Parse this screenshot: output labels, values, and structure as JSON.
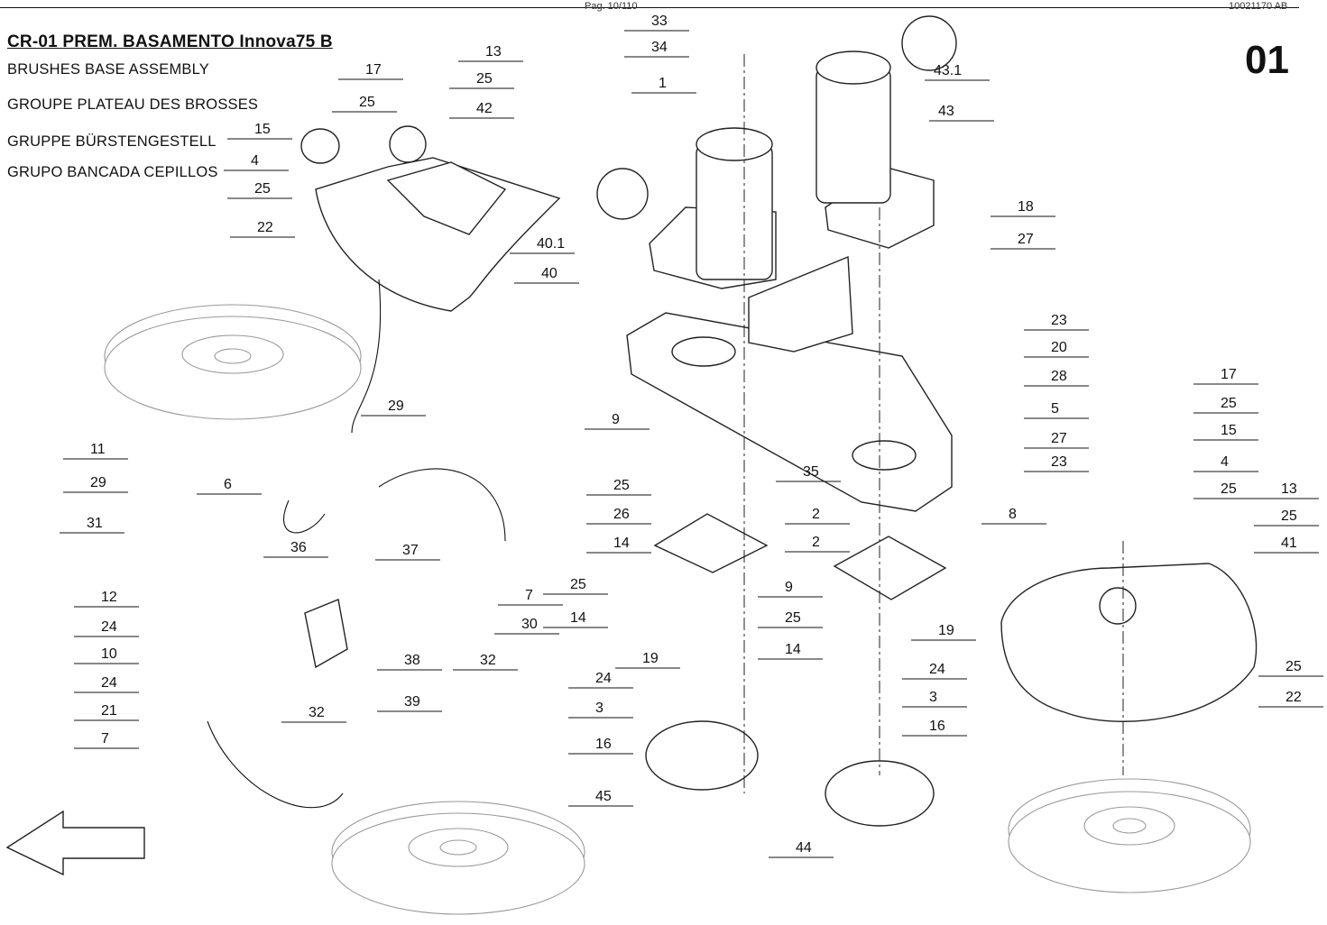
{
  "header": {
    "page_ref": "Pag. 10/110",
    "doc_code": "10021170 AB"
  },
  "title": "CR-01 PREM. BASAMENTO Innova75 B",
  "subtitles": [
    "BRUSHES BASE ASSEMBLY",
    "GROUPE PLATEAU DES BROSSES",
    "GRUPPE BÜRSTENGESTELL",
    "GRUPO BANCADA CEPILLOS"
  ],
  "sheet_number": "01",
  "callouts": [
    "33",
    "34",
    "1",
    "43.1",
    "43",
    "13",
    "25",
    "42",
    "17",
    "25",
    "15",
    "4",
    "25",
    "22",
    "40.1",
    "40",
    "18",
    "27",
    "23",
    "20",
    "28",
    "5",
    "27",
    "23",
    "8",
    "29",
    "11",
    "29",
    "6",
    "31",
    "36",
    "37",
    "7",
    "30",
    "12",
    "24",
    "10",
    "24",
    "21",
    "38",
    "32",
    "39",
    "32",
    "7",
    "9",
    "25",
    "26",
    "14",
    "35",
    "2",
    "2",
    "9",
    "25",
    "14",
    "25",
    "14",
    "19",
    "24",
    "3",
    "16",
    "45",
    "19",
    "24",
    "3",
    "16",
    "44",
    "17",
    "25",
    "15",
    "4",
    "25",
    "13",
    "25",
    "41",
    "25",
    "22"
  ],
  "colors": {
    "line": "#222222",
    "ghost": "#9a9a9a",
    "paper": "#ffffff"
  }
}
